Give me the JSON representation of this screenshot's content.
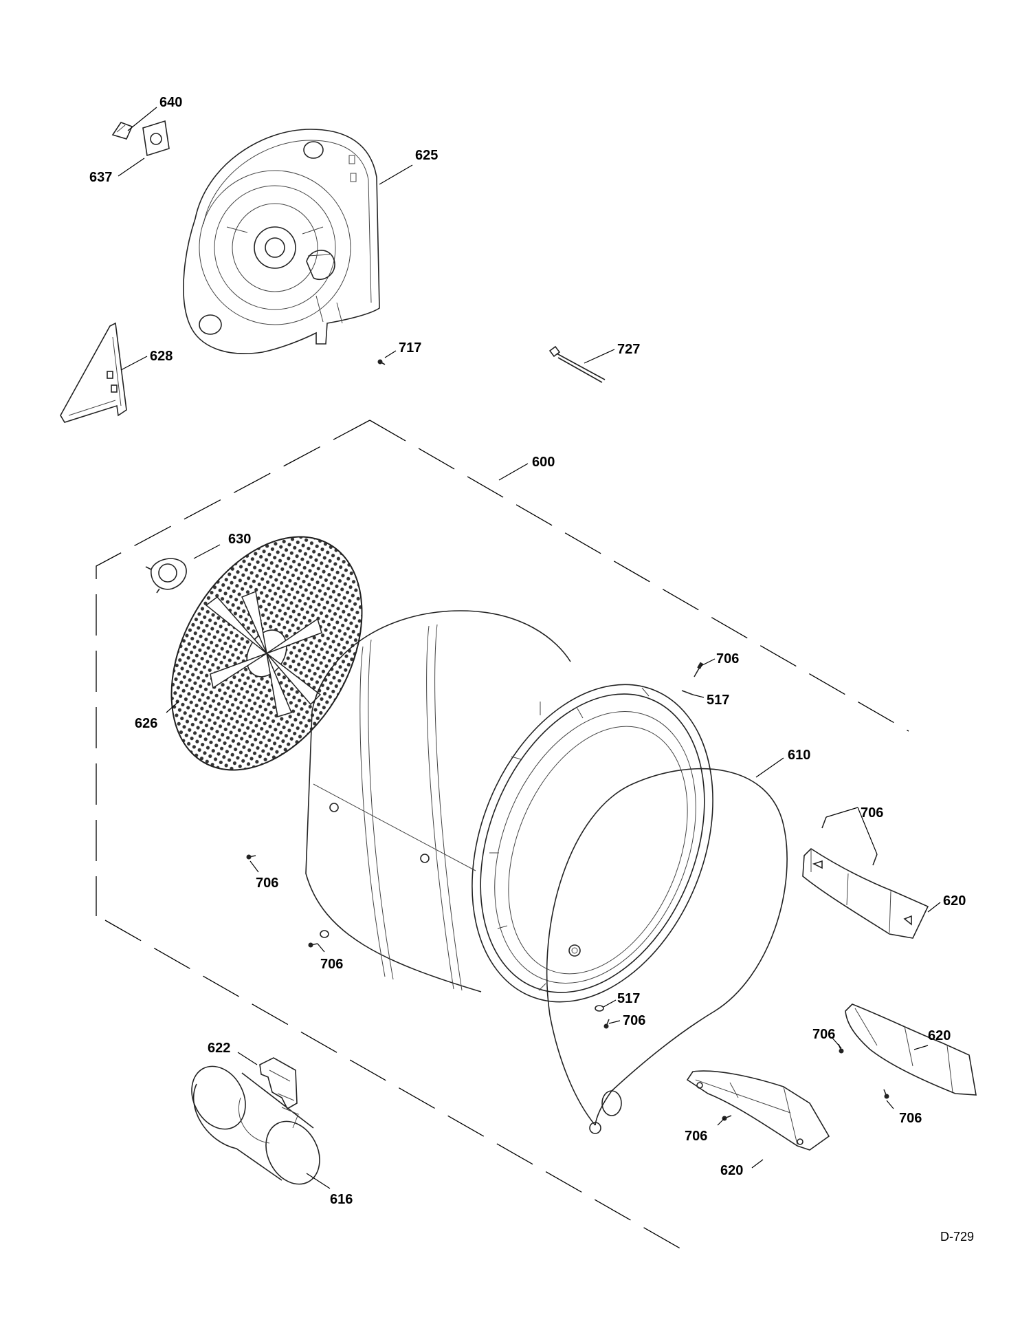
{
  "diagram": {
    "code": "D-729",
    "callouts": [
      {
        "id": "c640",
        "text": "640"
      },
      {
        "id": "c637",
        "text": "637"
      },
      {
        "id": "c625",
        "text": "625"
      },
      {
        "id": "c628",
        "text": "628"
      },
      {
        "id": "c717",
        "text": "717"
      },
      {
        "id": "c727",
        "text": "727"
      },
      {
        "id": "c600",
        "text": "600"
      },
      {
        "id": "c630",
        "text": "630"
      },
      {
        "id": "c626",
        "text": "626"
      },
      {
        "id": "c706a",
        "text": "706"
      },
      {
        "id": "c517a",
        "text": "517"
      },
      {
        "id": "c610",
        "text": "610"
      },
      {
        "id": "c706b",
        "text": "706"
      },
      {
        "id": "c620a",
        "text": "620"
      },
      {
        "id": "c706c",
        "text": "706"
      },
      {
        "id": "c706d",
        "text": "706"
      },
      {
        "id": "c517b",
        "text": "517"
      },
      {
        "id": "c706e",
        "text": "706"
      },
      {
        "id": "c622",
        "text": "622"
      },
      {
        "id": "c706f",
        "text": "706"
      },
      {
        "id": "c620b",
        "text": "620"
      },
      {
        "id": "c706g",
        "text": "706"
      },
      {
        "id": "c706h",
        "text": "706"
      },
      {
        "id": "c620c",
        "text": "620"
      },
      {
        "id": "c616",
        "text": "616"
      }
    ]
  }
}
